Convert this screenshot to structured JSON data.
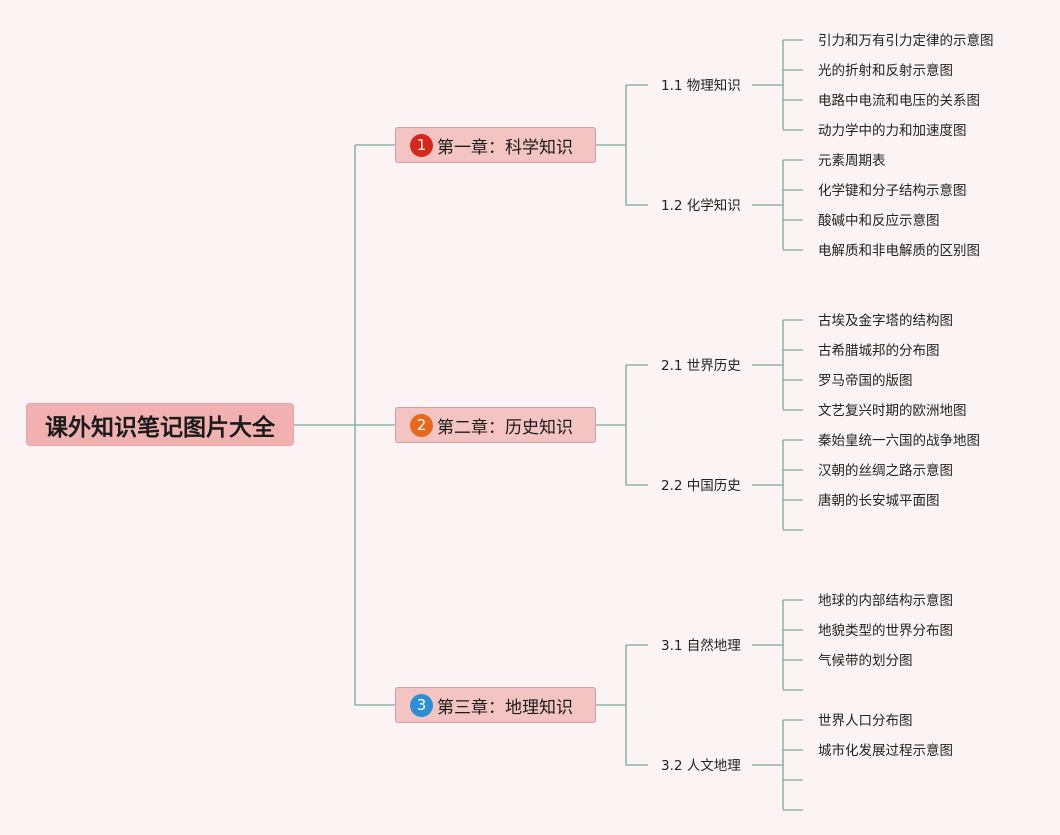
{
  "title": "课外知识笔记图片大全",
  "chapters": [
    {
      "num": "1",
      "label": "第一章：科学知识",
      "badge_color": "#d7261b",
      "subs": [
        {
          "label": "1.1 物理知识",
          "leaves": [
            "引力和万有引力定律的示意图",
            "光的折射和反射示意图",
            "电路中电流和电压的关系图",
            "动力学中的力和加速度图"
          ]
        },
        {
          "label": "1.2 化学知识",
          "leaves": [
            "元素周期表",
            "化学键和分子结构示意图",
            "酸碱中和反应示意图",
            "电解质和非电解质的区别图"
          ]
        }
      ]
    },
    {
      "num": "2",
      "label": "第二章：历史知识",
      "badge_color": "#e8691c",
      "subs": [
        {
          "label": "2.1 世界历史",
          "leaves": [
            "古埃及金字塔的结构图",
            "古希腊城邦的分布图",
            "罗马帝国的版图",
            "文艺复兴时期的欧洲地图"
          ]
        },
        {
          "label": "2.2 中国历史",
          "leaves": [
            "秦始皇统一六国的战争地图",
            "汉朝的丝绸之路示意图",
            "唐朝的长安城平面图",
            ""
          ]
        }
      ]
    },
    {
      "num": "3",
      "label": "第三章：地理知识",
      "badge_color": "#2b8fd6",
      "subs": [
        {
          "label": "3.1 自然地理",
          "leaves": [
            "地球的内部结构示意图",
            "地貌类型的世界分布图",
            "气候带的划分图",
            ""
          ]
        },
        {
          "label": "3.2 人文地理",
          "leaves": [
            "世界人口分布图",
            "城市化发展过程示意图",
            "",
            ""
          ]
        }
      ]
    }
  ],
  "colors": {
    "background": "#fbf3f4",
    "root_fill": "#f0b1b0",
    "chapter_fill": "#f3c4c1",
    "connector": "#7aa79d"
  }
}
